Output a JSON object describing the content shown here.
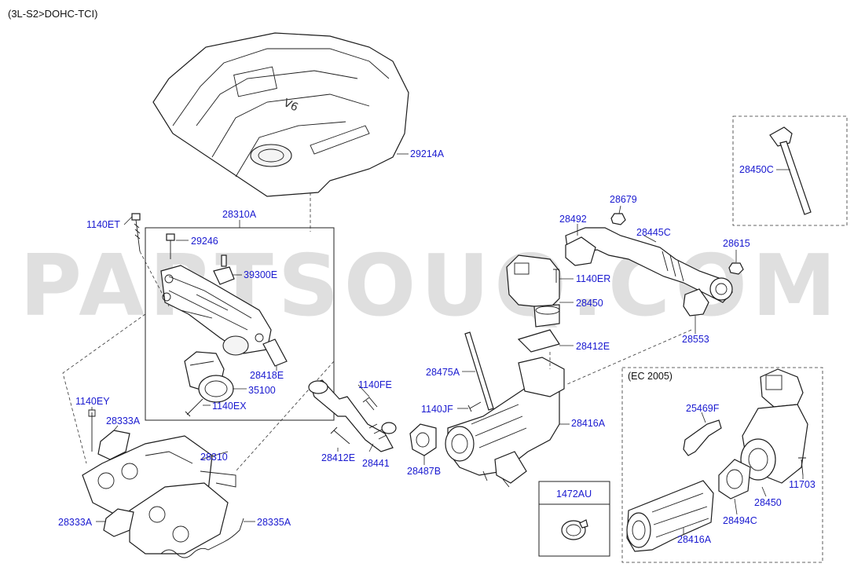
{
  "header": {
    "engine_code": "(3L-S2>DOHC-TCI)"
  },
  "watermark": "PARTSOUQ.COM",
  "insets": {
    "ec_note": "(EC 2005)",
    "box_label": "1472AU"
  },
  "callouts": {
    "p29214A": "29214A",
    "p28310A": "28310A",
    "p1140ET": "1140ET",
    "p29246": "29246",
    "p39300E": "39300E",
    "p28418E": "28418E",
    "p35100": "35100",
    "p1140EX": "1140EX",
    "p1140EY": "1140EY",
    "p28333A_top": "28333A",
    "p28310": "28310",
    "p28333A_bot": "28333A",
    "p28335A": "28335A",
    "p1140FE": "1140FE",
    "p28412E_left": "28412E",
    "p28441": "28441",
    "p28487B": "28487B",
    "p1140JF": "1140JF",
    "p28475A": "28475A",
    "p28416A_main": "28416A",
    "p28412E_right": "28412E",
    "p28450_main": "28450",
    "p1140ER": "1140ER",
    "p28492": "28492",
    "p28679": "28679",
    "p28445C": "28445C",
    "p28615": "28615",
    "p28553": "28553",
    "p28450C": "28450C",
    "p25469F": "25469F",
    "p11703": "11703",
    "p28450_inset": "28450",
    "p28494C": "28494C",
    "p28416A_inset": "28416A"
  }
}
